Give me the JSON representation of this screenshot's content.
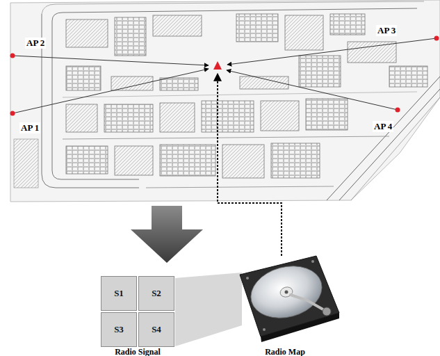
{
  "diagram": {
    "nodes": [
      {
        "text": [
          "S1"
        ]
      },
      {
        "text": [
          "S2"
        ]
      },
      {
        "text": [
          "S3"
        ]
      },
      {
        "text": [
          "S4"
        ]
      }
    ],
    "labels": [
      "AP 2",
      "AP 1",
      "AP 3",
      "AP 4",
      "Radio Signal",
      "Radio Map"
    ]
  }
}
